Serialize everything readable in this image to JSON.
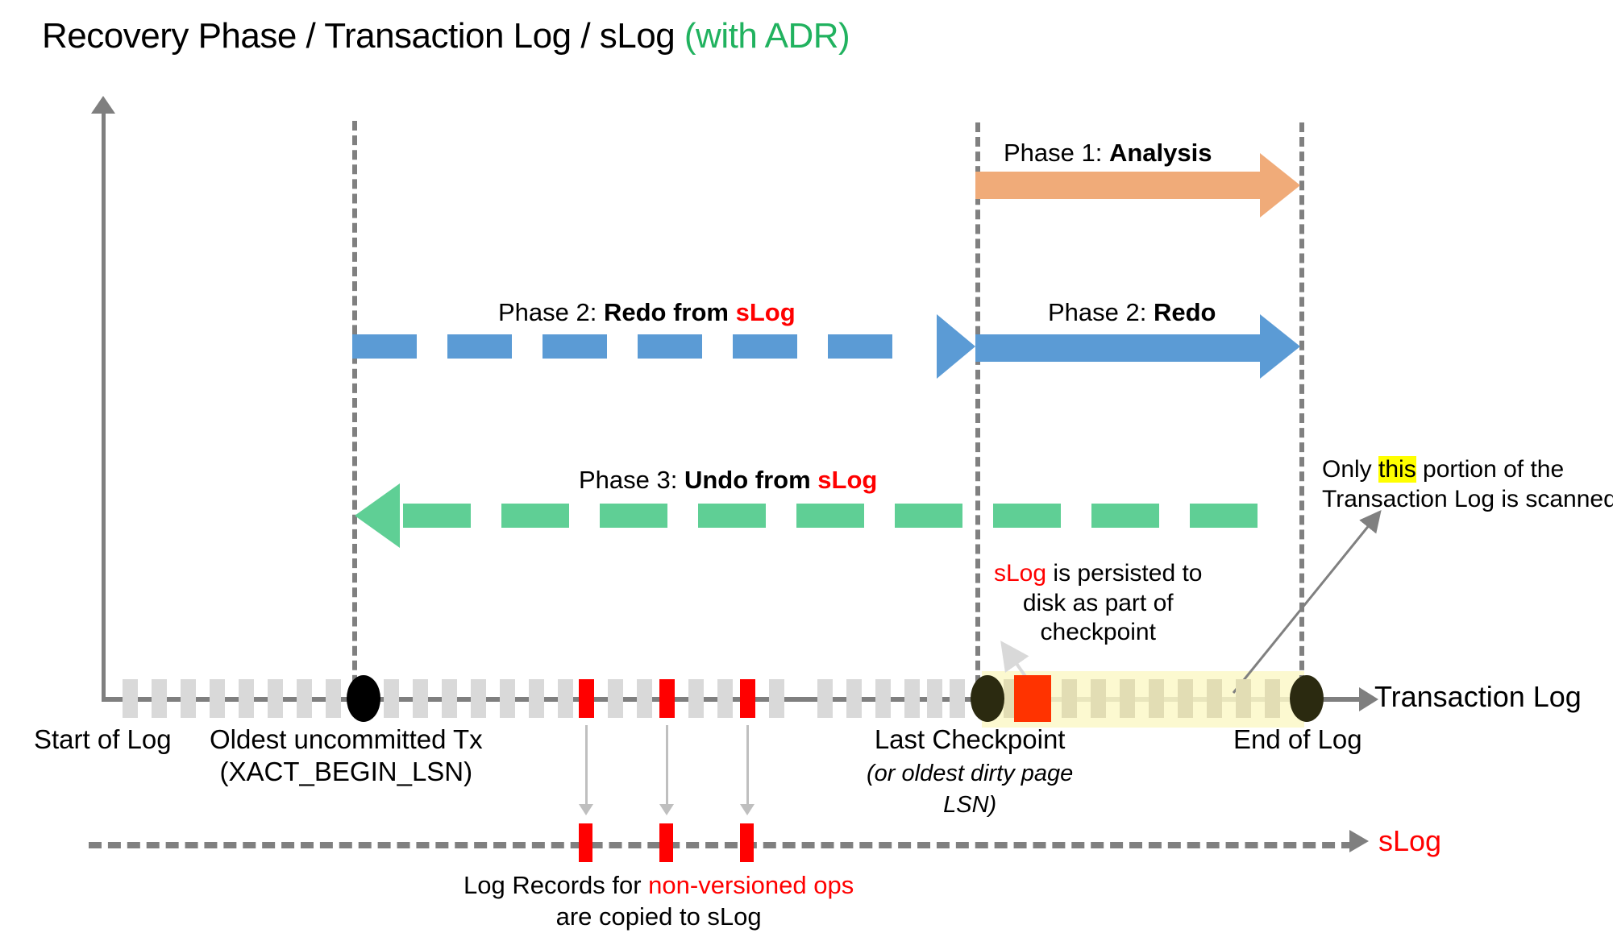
{
  "title": {
    "main": "Recovery Phase / Transaction Log / sLog ",
    "suffix": "(with ADR)"
  },
  "phases": [
    {
      "id": "analysis",
      "prefix": "Phase 1: ",
      "bold": "Analysis",
      "suffix": "",
      "color": "#f0ab79",
      "style": "solid",
      "direction": "right"
    },
    {
      "id": "redo-from-slog",
      "prefix": "Phase 2: ",
      "bold": "Redo from ",
      "suffix": "sLog",
      "color": "#5b9bd5",
      "style": "dashed",
      "direction": "right"
    },
    {
      "id": "redo",
      "prefix": "Phase 2: ",
      "bold": "Redo",
      "suffix": "",
      "color": "#5b9bd5",
      "style": "solid",
      "direction": "right"
    },
    {
      "id": "undo-from-slog",
      "prefix": "Phase 3: ",
      "bold": "Undo from ",
      "suffix": "sLog",
      "color": "#5fcf95",
      "style": "dashed",
      "direction": "left"
    }
  ],
  "notes": {
    "slog_checkpoint": {
      "red": "sLog",
      "rest_line1": " is persisted to",
      "line2": "disk as part of",
      "line3": "checkpoint"
    },
    "scan": {
      "pre": "Only ",
      "highlight": "this",
      "post": " portion of the",
      "line2": "Transaction Log is scanned."
    }
  },
  "axis": {
    "timeline_label": "Transaction Log",
    "slog_label": "sLog",
    "captions": {
      "start": "Start of Log",
      "oldest_line1": "Oldest uncommitted Tx",
      "oldest_line2": "(XACT_BEGIN_LSN)",
      "checkpoint_line1": "Last Checkpoint",
      "checkpoint_line2": "(or oldest dirty page",
      "checkpoint_line3": "LSN)",
      "end": "End of Log"
    }
  },
  "slog_note": {
    "line1_pre": "Log Records for ",
    "line1_red": "non-versioned ops",
    "line2": "are copied to sLog"
  },
  "colors": {
    "analysis": "#f0ab79",
    "redo": "#5b9bd5",
    "undo": "#5fcf95",
    "accent_red": "#ff0000",
    "accent_green": "#21b25f",
    "highlight": "#ffff00",
    "band": "#fbf8c8",
    "axis": "#7f7f7f",
    "log_record": "#d9d9d9"
  },
  "timeline": {
    "log_records_x": [
      152,
      188,
      224,
      260,
      296,
      332,
      368,
      404,
      476,
      512,
      548,
      584,
      620,
      656,
      692,
      718,
      754,
      790,
      818,
      854,
      890,
      918,
      954,
      1014,
      1050,
      1086,
      1122,
      1150,
      1178
    ],
    "red_records_x": [
      718,
      818,
      918
    ],
    "dimmed_records_x": [
      1245,
      1281,
      1317,
      1353,
      1389,
      1425,
      1461,
      1497,
      1533,
      1569
    ],
    "orange_record_x": 1258,
    "dots_x": [
      430,
      1204,
      1600
    ],
    "slog_marks_x": [
      718,
      818,
      918
    ]
  }
}
